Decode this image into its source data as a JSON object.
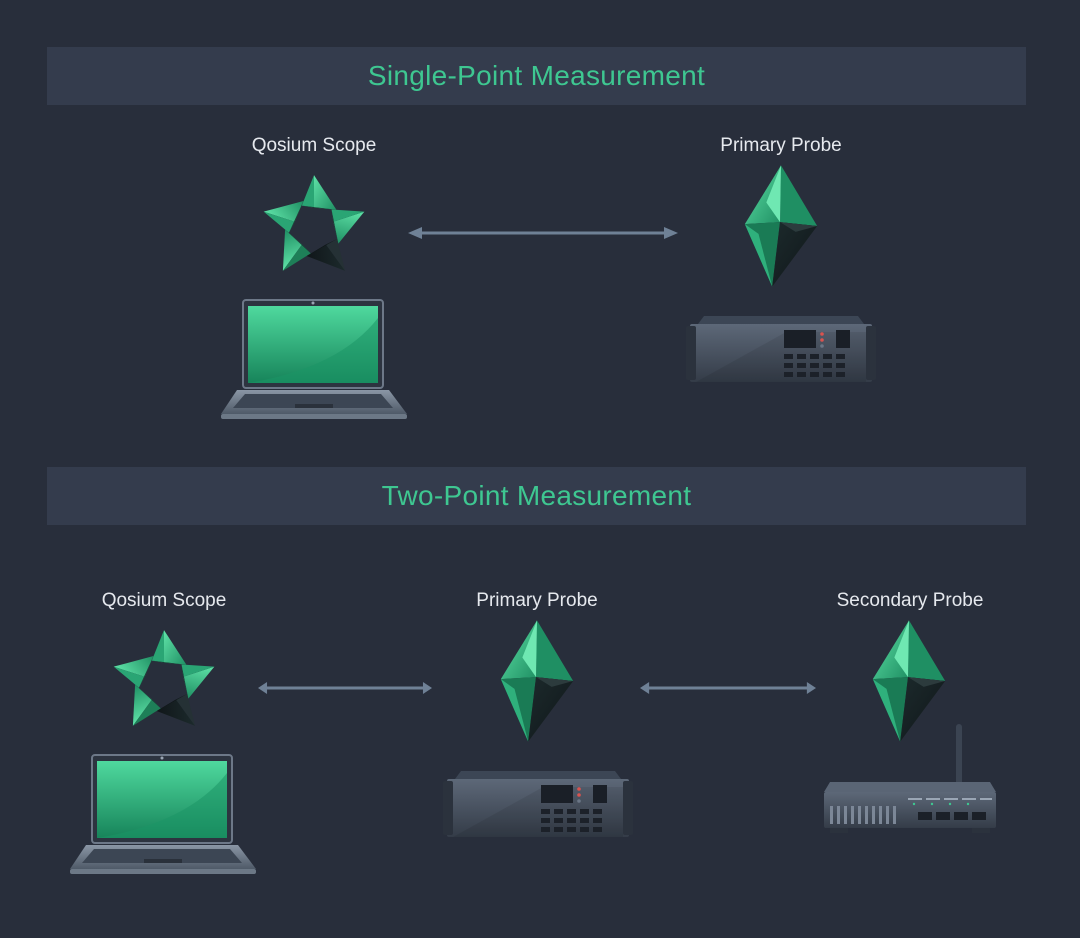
{
  "sections": [
    {
      "title": "Single-Point Measurement",
      "nodes": [
        {
          "label": "Qosium Scope",
          "logo": "pentagon-pinwheel-icon",
          "device": "laptop-icon"
        },
        {
          "label": "Primary Probe",
          "logo": "crystal-diamond-icon",
          "device": "rack-server-icon"
        }
      ]
    },
    {
      "title": "Two-Point Measurement",
      "nodes": [
        {
          "label": "Qosium Scope",
          "logo": "pentagon-pinwheel-icon",
          "device": "laptop-icon"
        },
        {
          "label": "Primary Probe",
          "logo": "crystal-diamond-icon",
          "device": "rack-server-icon"
        },
        {
          "label": "Secondary Probe",
          "logo": "crystal-diamond-icon",
          "device": "router-icon"
        }
      ]
    }
  ],
  "colors": {
    "background": "#282e3b",
    "banner": "#343c4d",
    "accent": "#3ec791",
    "arrow": "#6f8196",
    "text": "#e6e9ee"
  }
}
